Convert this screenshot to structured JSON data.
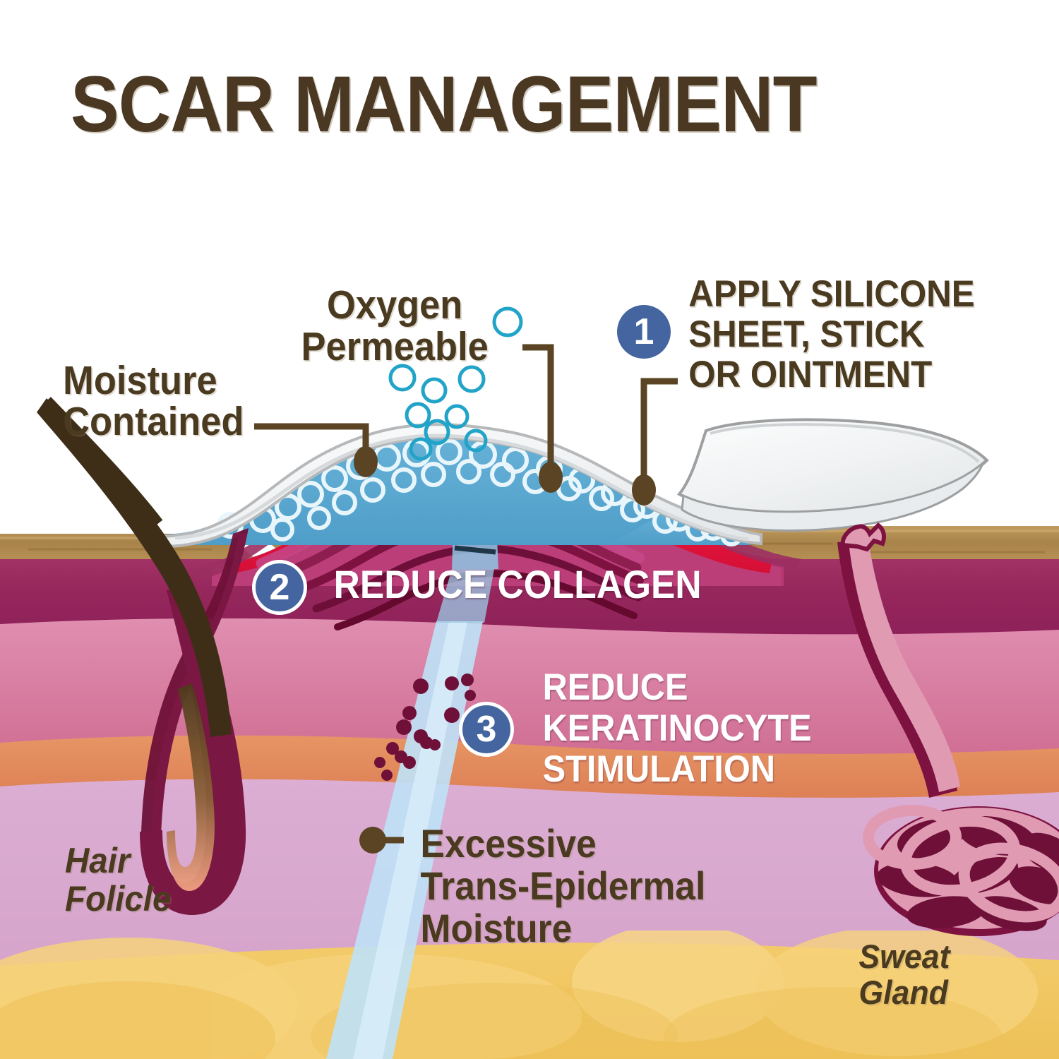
{
  "page": {
    "title": "SCAR MANAGEMENT",
    "kind": "anatomical-cross-section-diagram",
    "background": "#ffffff"
  },
  "colors": {
    "title_brown": "#4a3822",
    "label_brown": "#4a3a20",
    "badge_blue": "#44659f",
    "white": "#ffffff",
    "epidermis_tan": "#b08a50",
    "dermis_dark_magenta": "#9b2f62",
    "dermis_pink": "#d9789f",
    "dermis_salmon": "#e08a5e",
    "hypodermis_mauve": "#d7a8ce",
    "fat_yellow": "#f0c862",
    "scar_red": "#e8123c",
    "collagen_magenta": "#b53873",
    "collagen_dark": "#7d1240",
    "moisture_blue": "#5aa8d0",
    "bubble_cyan": "#22a3c8",
    "silicone_gray": "#f2f3f4",
    "silicone_outline": "#9a9a9a",
    "tem_stream_blue": "#bfe1f5",
    "keratinocyte_dot": "#6e1038",
    "leader_brown": "#5a4424",
    "sweat_gland_pink": "#e09ab2"
  },
  "labels": {
    "moisture_contained": "Moisture\nContained",
    "oxygen_permeable": "Oxygen\nPermeable",
    "hair_follicle": "Hair\nFolicle",
    "sweat_gland": "Sweat\nGland",
    "trans_epidermal": "Excessive\nTrans-Epidermal\nMoisture"
  },
  "steps": [
    {
      "number": "1",
      "text": "APPLY SILICONE\nSHEET, STICK\nOR OINTMENT",
      "badge_color": "#44659f",
      "text_color": "#4a3a20"
    },
    {
      "number": "2",
      "text": "REDUCE COLLAGEN",
      "badge_color": "#44659f",
      "text_color": "#ffffff"
    },
    {
      "number": "3",
      "text": "REDUCE\nKERATINOCYTE\nSTIMULATION",
      "badge_color": "#44659f",
      "text_color": "#ffffff"
    }
  ],
  "skin_layers": [
    {
      "name": "Epidermis surface",
      "color": "#b08a50"
    },
    {
      "name": "Upper dermis",
      "color": "#9b2f62"
    },
    {
      "name": "Mid dermis",
      "color": "#d9789f"
    },
    {
      "name": "Dermis band",
      "color": "#e08a5e"
    },
    {
      "name": "Lower dermis",
      "color": "#d7a8ce"
    },
    {
      "name": "Subcutaneous fat",
      "color": "#f0c862"
    }
  ],
  "features": [
    {
      "name": "silicone-sheet",
      "description": "Curved translucent silicone sheet at upper right"
    },
    {
      "name": "scar-mound",
      "description": "Raised hypertrophic scar with red cap and wavy collagen bands"
    },
    {
      "name": "moisture-layer",
      "description": "Blue layer with ring bubbles trapped under the sheet"
    },
    {
      "name": "oxygen-bubbles",
      "description": "Cyan ring bubbles escaping upward through the sheet"
    },
    {
      "name": "hair-follicle",
      "description": "Hair shaft descending into a bulb in the lower dermis"
    },
    {
      "name": "sweat-gland",
      "description": "Coiled pink duct descending to a tangled gland"
    },
    {
      "name": "tem-stream",
      "description": "Pale blue trans-epidermal moisture stream with keratinocyte dots"
    }
  ]
}
